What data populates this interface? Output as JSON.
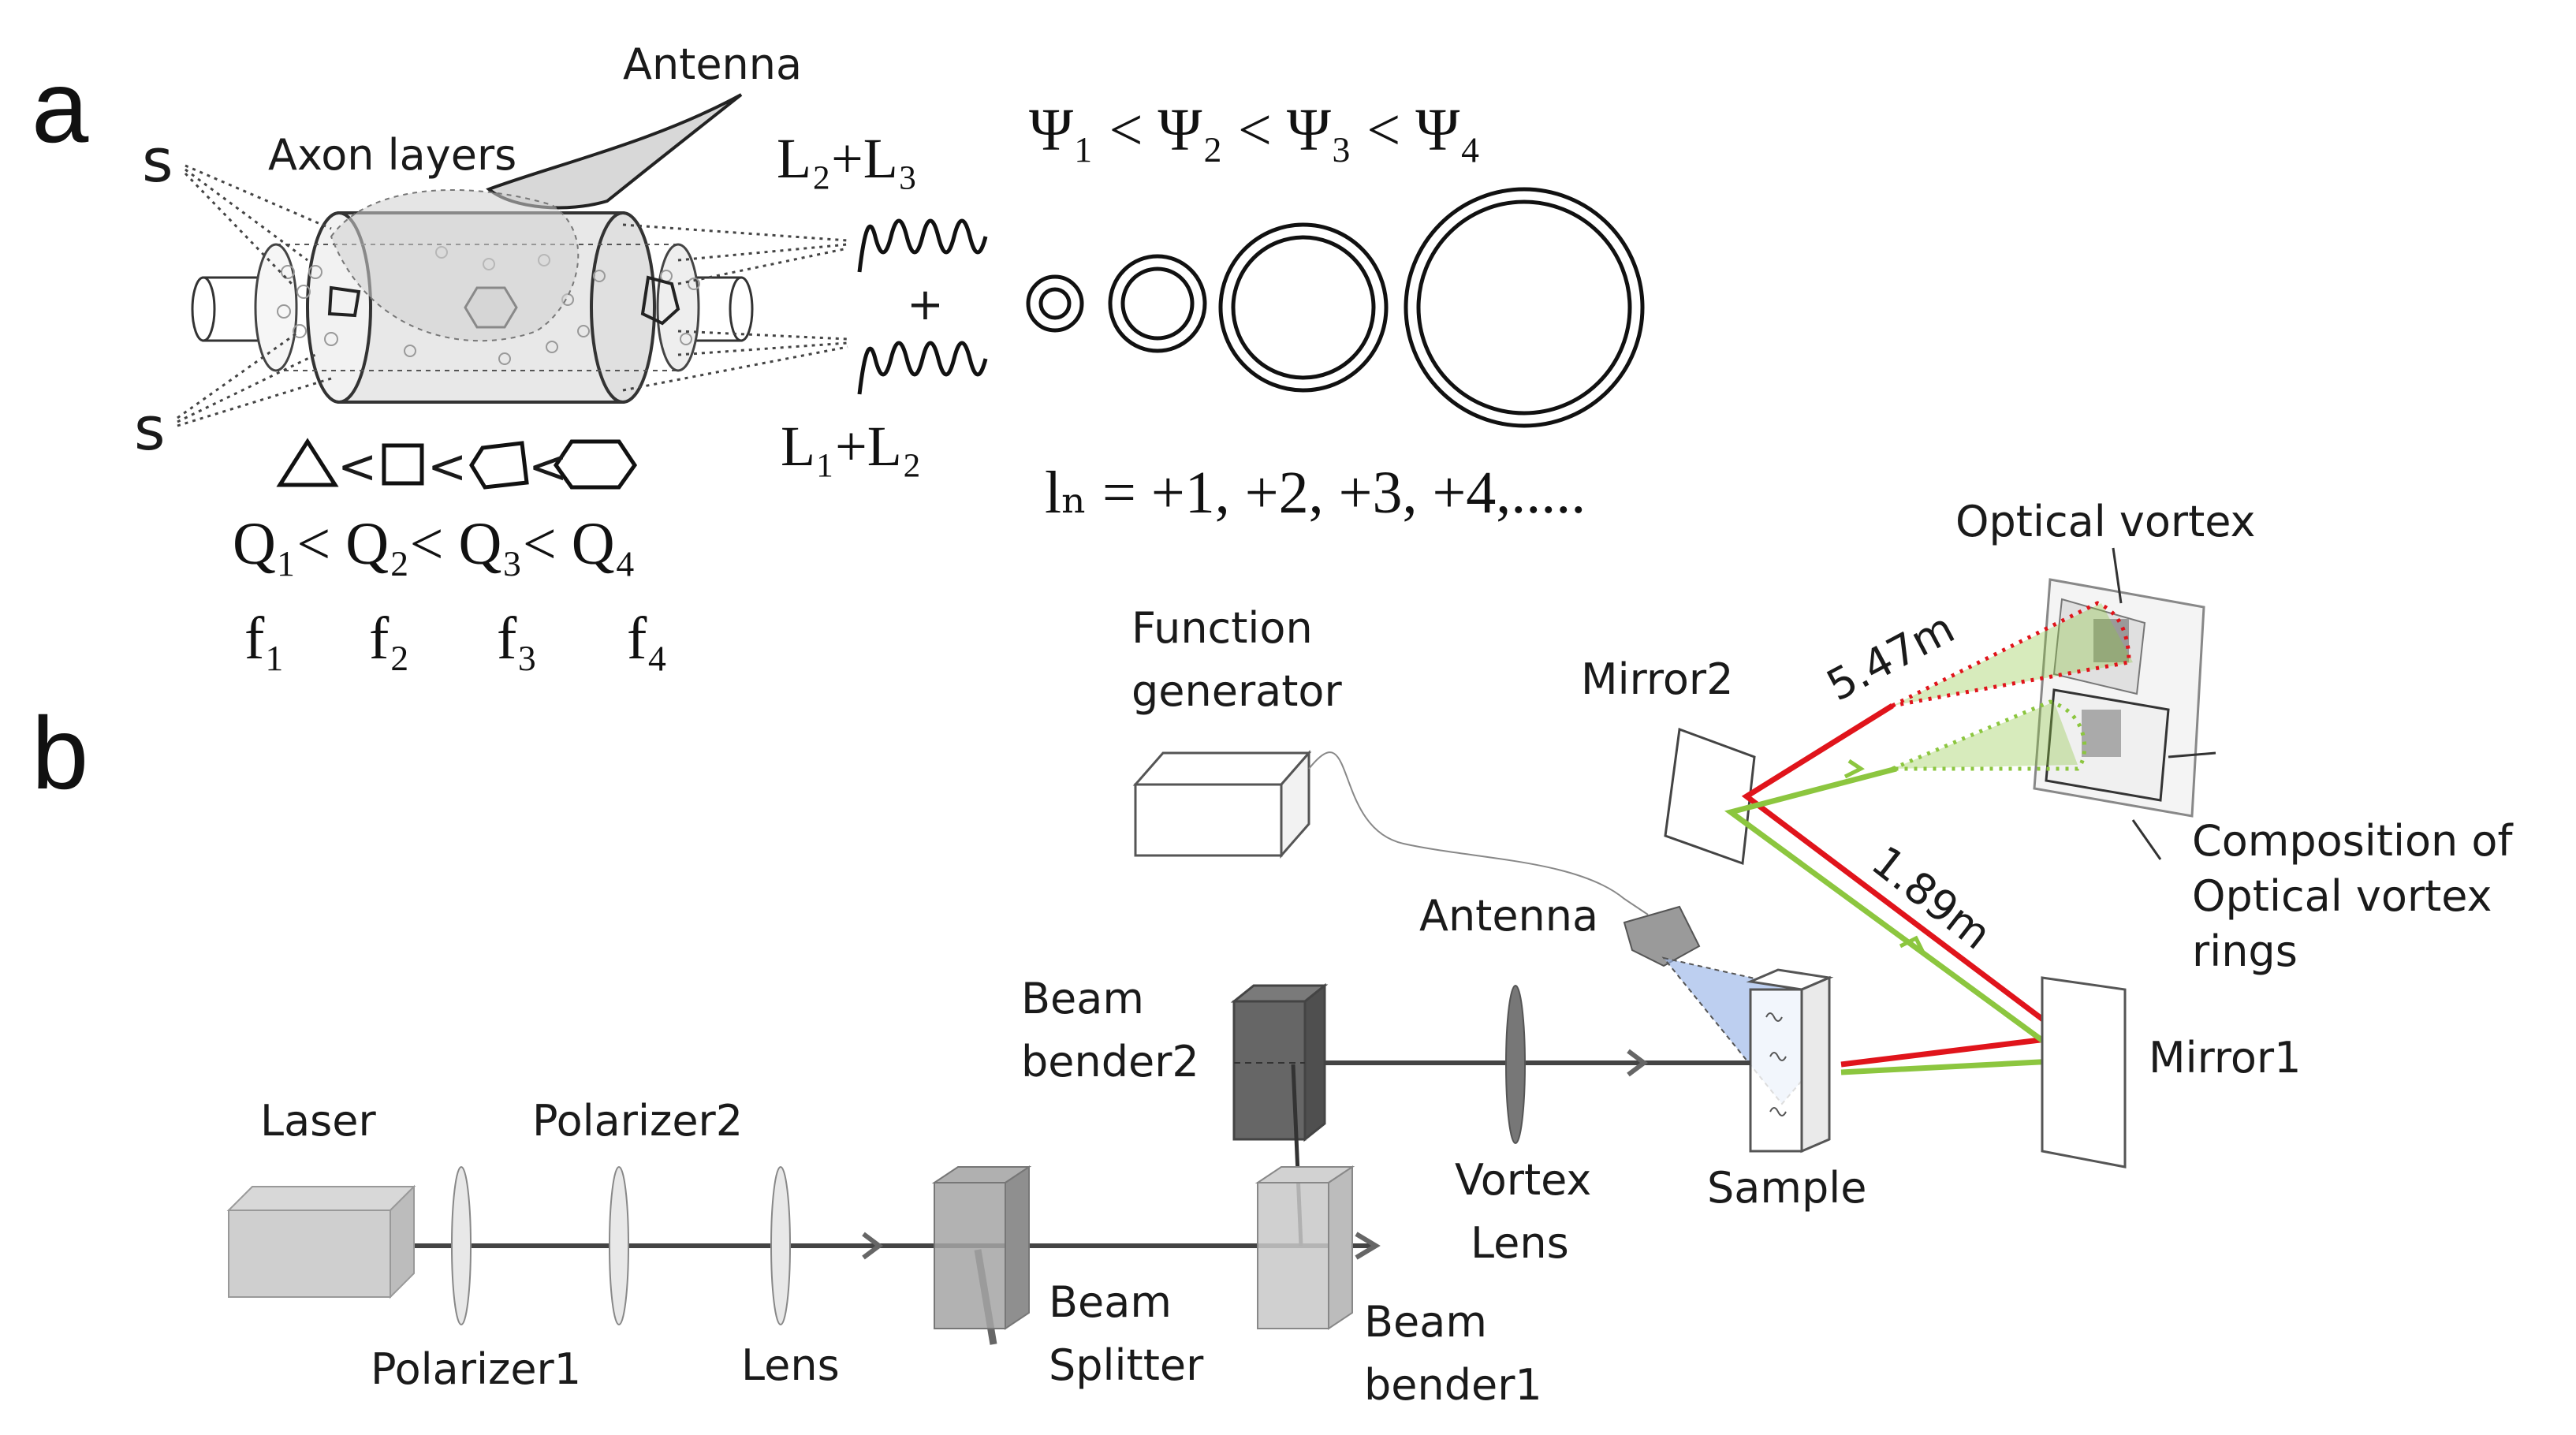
{
  "panel_a": {
    "panel_label": "a",
    "antenna_label": "Antenna",
    "axon_label": "Axon layers",
    "s_top": "s",
    "s_bottom": "s",
    "wave_top": "L₂+L₃",
    "wave_bottom": "L₁+L₂",
    "plus": "+",
    "psi_relation": "Ψ₁ < Ψ₂ < Ψ₃ < Ψ₄",
    "ln_relation": "lₙ = +1, +2, +3, +4,.....",
    "shape_relation_lt": "<",
    "q_relation": "Q₁< Q₂< Q₃< Q₄",
    "freqs": [
      "f₁",
      "f₂",
      "f₃",
      "f₄"
    ]
  },
  "panel_b": {
    "panel_label": "b",
    "function_generator": [
      "Function",
      "generator"
    ],
    "antenna": "Antenna",
    "mirror2": "Mirror2",
    "mirror1": "Mirror1",
    "optical_vortex": "Optical vortex",
    "dist_long": "5.47m",
    "dist_short": "1.89m",
    "composition": [
      "Composition of",
      "Optical vortex",
      "rings"
    ],
    "beam_bender2": [
      "Beam",
      "bender2"
    ],
    "laser": "Laser",
    "polarizer2": "Polarizer2",
    "polarizer1": "Polarizer1",
    "lens": "Lens",
    "beam_splitter": [
      "Beam",
      "Splitter"
    ],
    "beam_bender1": [
      "Beam",
      "bender1"
    ],
    "vortex_lens": [
      "Vortex",
      "Lens"
    ],
    "sample": "Sample"
  },
  "colors": {
    "red_beam": "#e0141b",
    "green_beam": "#8cc63f",
    "blue_cone": "#9ab6e8",
    "grey_block": "#bdbdbd",
    "dark_block": "#5f5f5f"
  }
}
